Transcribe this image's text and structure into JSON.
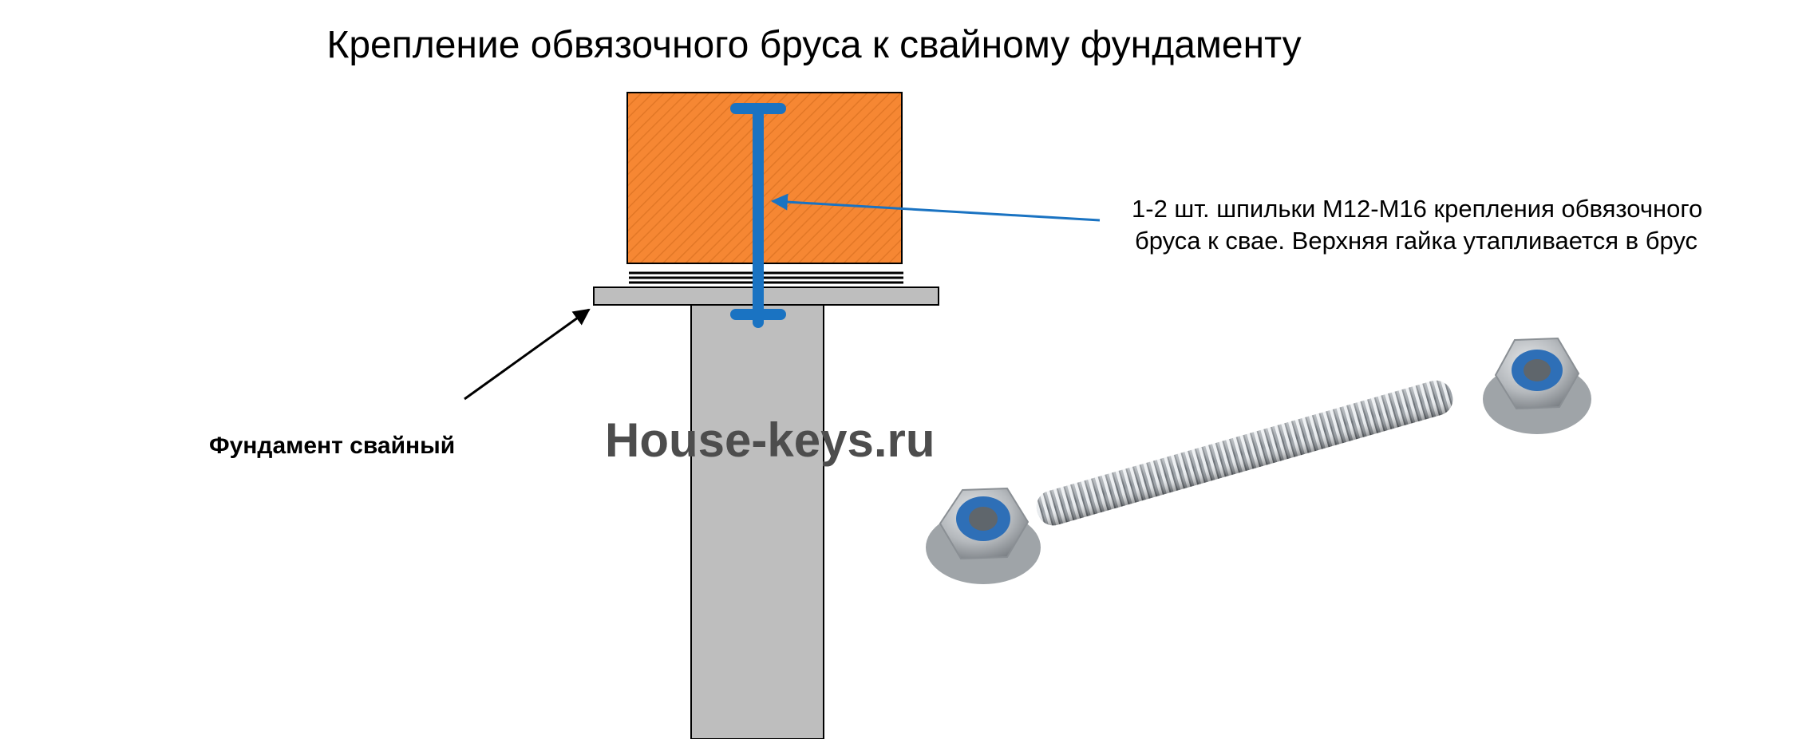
{
  "title": "Крепление обвязочного бруса к свайному фундаменту",
  "callout_stud": {
    "line1": "1-2 шт. шпильки М12-М16 крепления обвязочного",
    "line2": "бруса к свае. Верхняя гайка утапливается в брус"
  },
  "label_foundation": "Фундамент свайный",
  "watermark": "House-keys.ru",
  "colors": {
    "beam": "#f68733",
    "stud": "#1a73c2",
    "pile": "#bebebe",
    "nut_metal": "#b9bcbf",
    "nylon_insert": "#2e6fb7"
  },
  "icons": {
    "beam": "wooden-beam-cross-section",
    "stud": "threaded-stud",
    "nut": "flange-lock-nut"
  }
}
